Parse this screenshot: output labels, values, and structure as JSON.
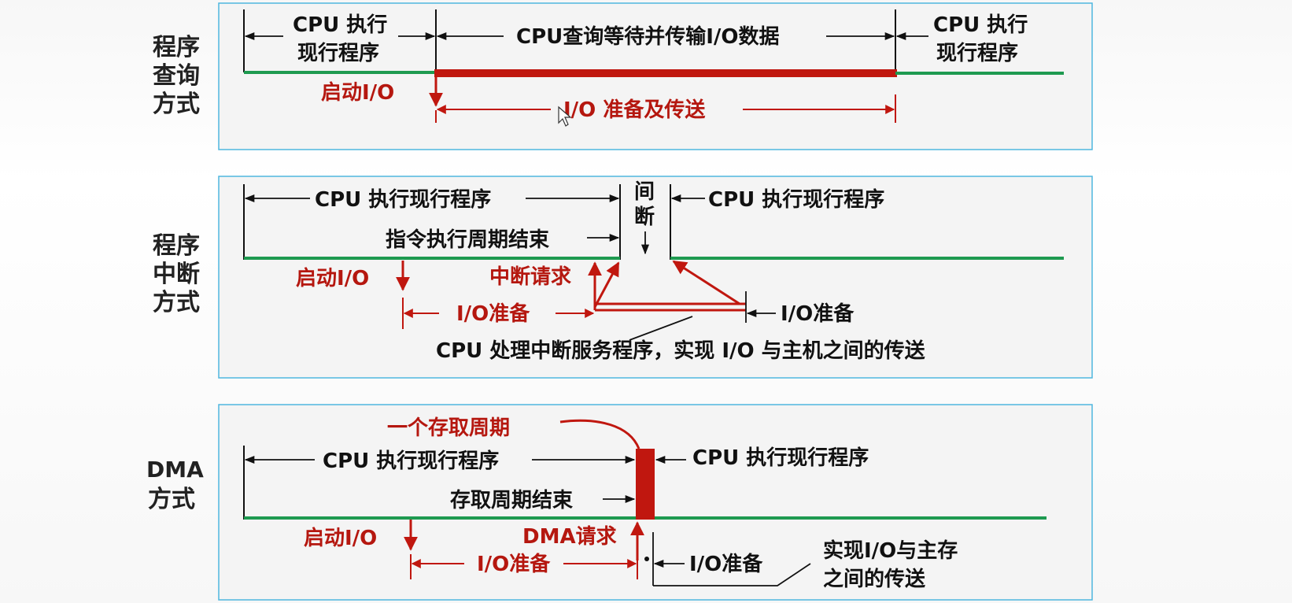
{
  "colors": {
    "timeline_green": "#1e9a50",
    "io_red": "#c0170f",
    "frame_blue": "#4fb7df",
    "text_black": "#111111",
    "text_red": "#b5170f"
  },
  "polling": {
    "side_label": [
      "程序",
      "查询",
      "方式"
    ],
    "cpu_exec_left": [
      "CPU 执行",
      "现行程序"
    ],
    "cpu_wait": "CPU查询等待并传输I/O数据",
    "cpu_exec_right": [
      "CPU 执行",
      "现行程序"
    ],
    "start_io": "启动I/O",
    "io_prep_transfer": "I/O 准备及传送"
  },
  "interrupt": {
    "side_label": [
      "程序",
      "中断",
      "方式"
    ],
    "cpu_exec_left": "CPU  执行现行程序",
    "gap": [
      "间",
      "断"
    ],
    "cpu_exec_right": "CPU  执行现行程序",
    "instr_cycle_end": "指令执行周期结束",
    "start_io": "启动I/O",
    "int_request": "中断请求",
    "io_prep_left": "I/O准备",
    "io_prep_right": "I/O准备",
    "service": "CPU 处理中断服务程序，实现 I/O 与主机之间的传送"
  },
  "dma": {
    "side_label": [
      "DMA",
      "方式"
    ],
    "access_cycle": "一个存取周期",
    "cpu_exec_left": "CPU  执行现行程序",
    "cpu_exec_right": "CPU  执行现行程序",
    "access_cycle_end": "存取周期结束",
    "start_io": "启动I/O",
    "dma_request": "DMA请求",
    "io_prep_left": "I/O准备",
    "io_prep_right": "I/O准备",
    "transfer": [
      "实现I/O与主存",
      "之间的传送"
    ]
  }
}
